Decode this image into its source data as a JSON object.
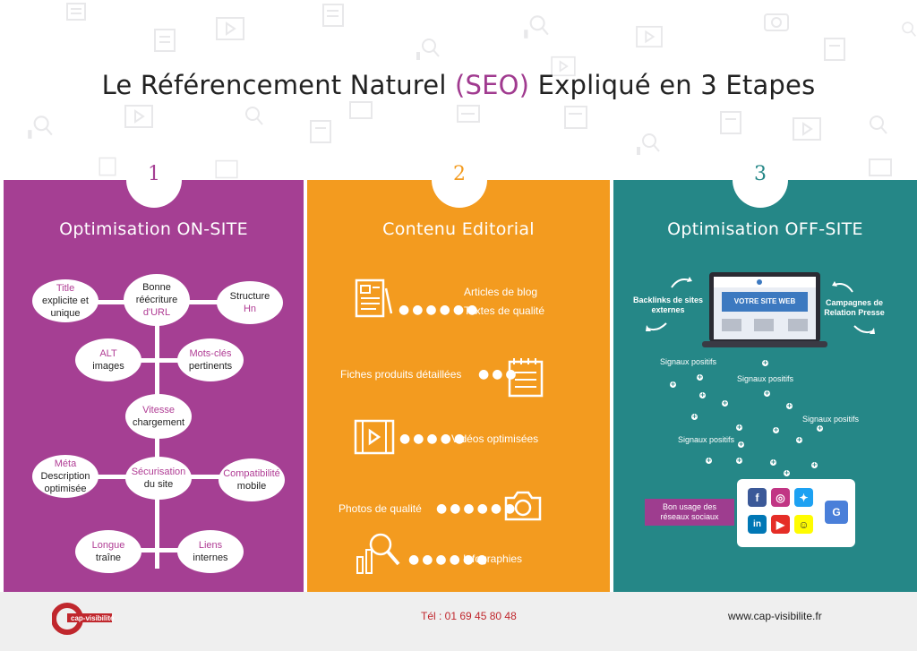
{
  "title": {
    "main_before": "Le Référencement Naturel ",
    "seo": "(SEO)",
    "main_after": " Expliqué en 3 Etapes"
  },
  "colors": {
    "panel1": "#a53f93",
    "panel2": "#f39b1f",
    "panel3": "#258787",
    "accent": "#a03a8f",
    "tel": "#c0272d"
  },
  "steps": [
    {
      "number": "1",
      "title": "Optimisation ON-SITE"
    },
    {
      "number": "2",
      "title": "Contenu Editorial"
    },
    {
      "number": "3",
      "title": "Optimisation OFF-SITE"
    }
  ],
  "onsite": {
    "title": {
      "l1": "Title",
      "l2": "explicite et",
      "l3": "unique"
    },
    "url": {
      "l1": "Bonne",
      "l2": "réécriture",
      "l3": "d'URL"
    },
    "structure": {
      "l1": "Structure",
      "l2": "Hn"
    },
    "alt": {
      "l1": "ALT",
      "l2": "images"
    },
    "motscles": {
      "l1": "Mots-clés",
      "l2": "pertinents"
    },
    "vitesse": {
      "l1": "Vitesse",
      "l2": "chargement"
    },
    "meta": {
      "l1": "Méta",
      "l2": "Description",
      "l3": "optimisée"
    },
    "securisation": {
      "l1": "Sécurisation",
      "l2": "du site"
    },
    "compat": {
      "l1": "Compatibilité",
      "l2": "mobile"
    },
    "longue": {
      "l1": "Longue",
      "l2": "traîne"
    },
    "liens": {
      "l1": "Liens",
      "l2": "internes"
    }
  },
  "editorial": {
    "articles": "Articles de blog",
    "textes": "Textes de qualité",
    "fiches": "Fiches produits détaillées",
    "videos": "Vidéos optimisées",
    "photos": "Photos de qualité",
    "infographies": "Infographies",
    "icons": [
      "document-icon",
      "checklist-icon",
      "video-icon",
      "camera-icon",
      "magnifier-chart-icon"
    ]
  },
  "offsite": {
    "backlinks": {
      "l1": "Backlinks de sites",
      "l2": "externes"
    },
    "campagnes": {
      "l1": "Campagnes de",
      "l2": "Relation Presse"
    },
    "site_web": "VOTRE SITE WEB",
    "signaux": "Signaux positifs",
    "reseaux": {
      "l1": "Bon usage des",
      "l2": "réseaux sociaux"
    },
    "social_icons": [
      "facebook-icon",
      "instagram-icon",
      "twitter-icon",
      "linkedin-icon",
      "youtube-icon",
      "snapchat-icon",
      "google-my-business-icon"
    ]
  },
  "footer": {
    "logo": "cap-visibilité",
    "tel": "Tél : 01 69 45 80 48",
    "web": "www.cap-visibilite.fr"
  }
}
